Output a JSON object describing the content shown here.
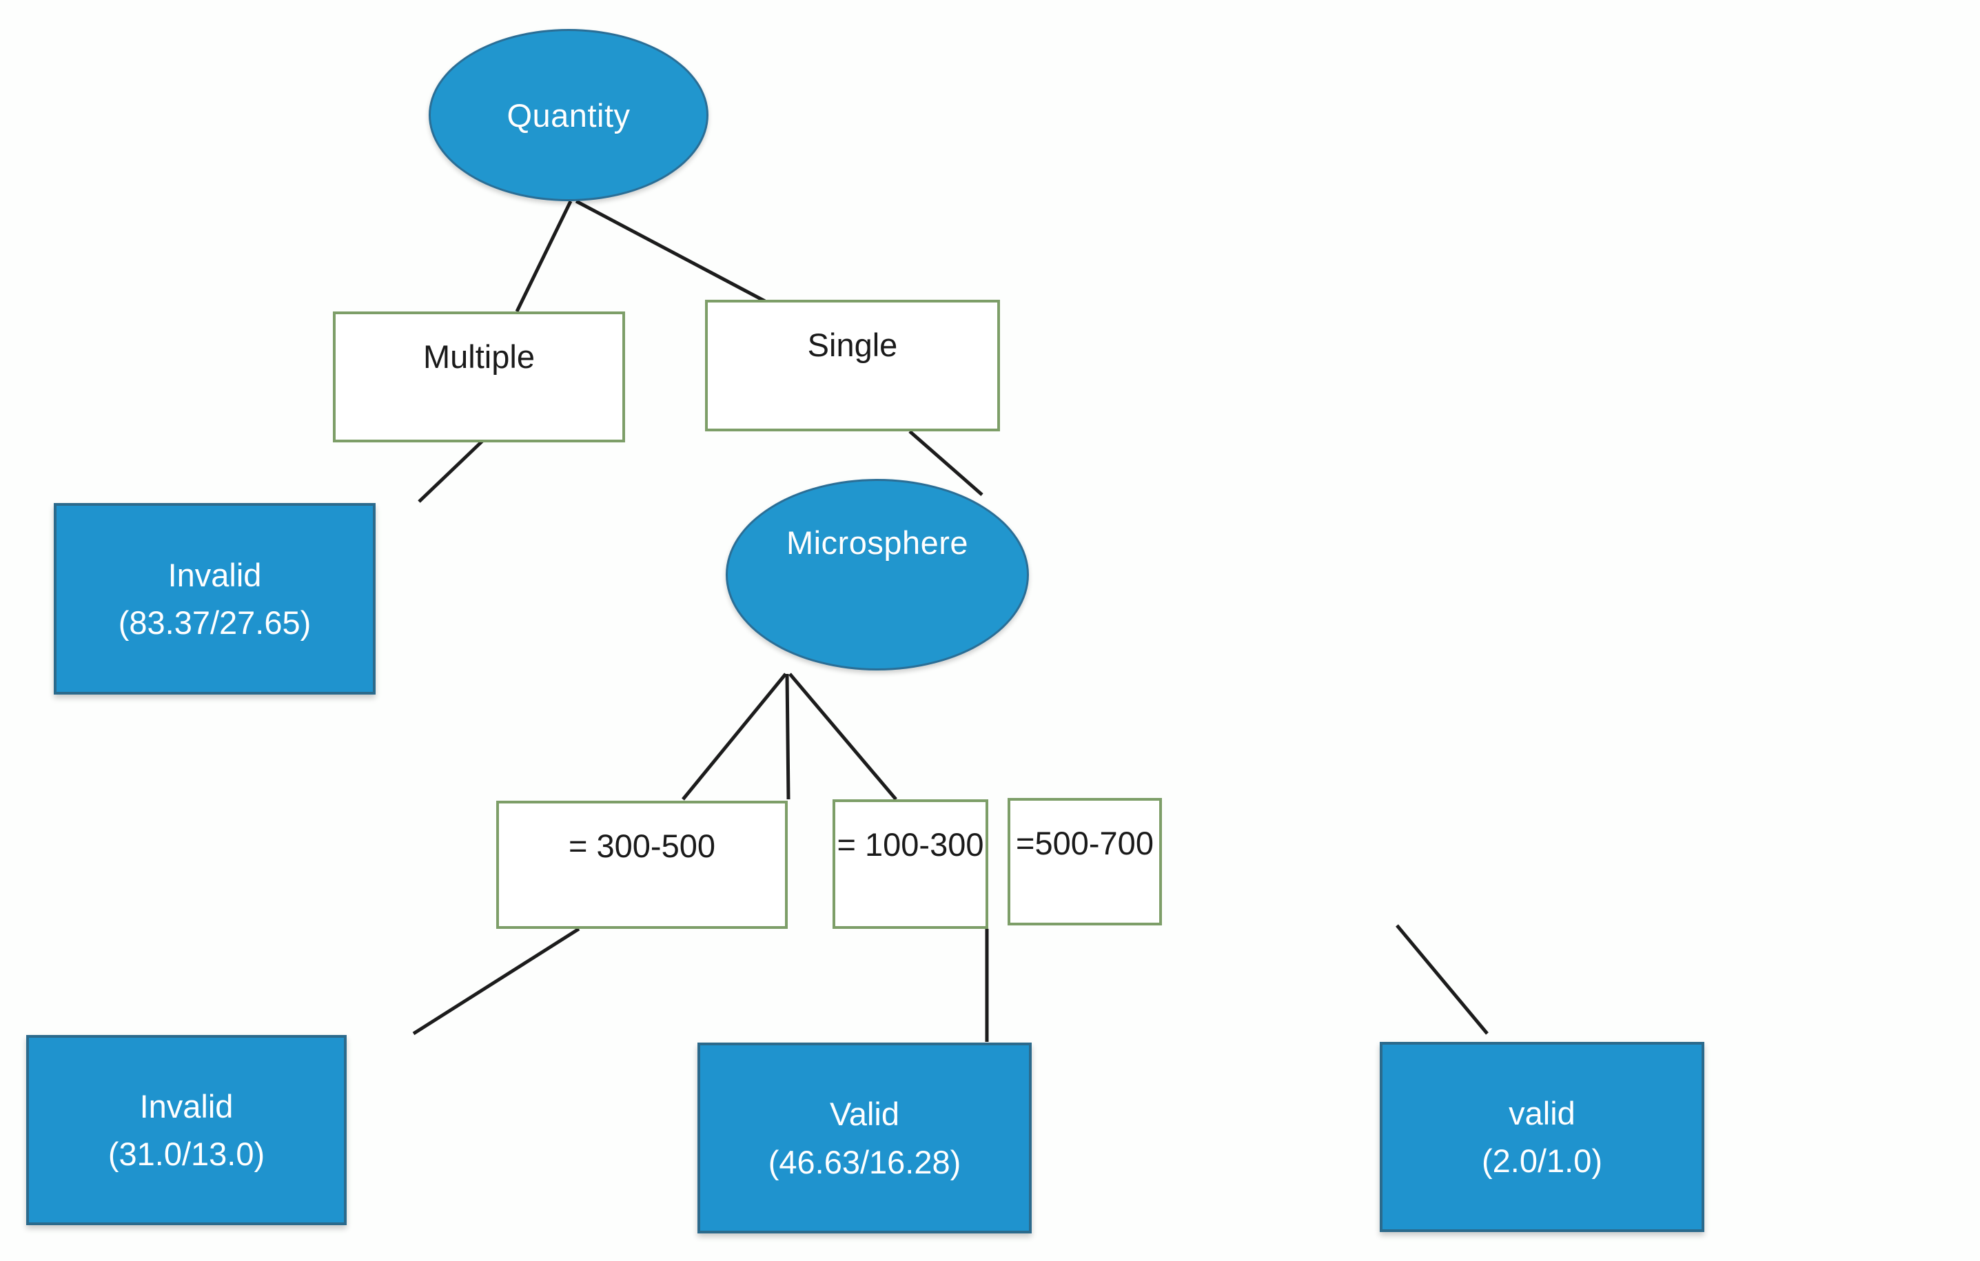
{
  "diagram": {
    "type": "decision-tree",
    "title": "Quantity decision tree",
    "colors": {
      "node_fill": "#1f93ce",
      "node_border": "#2b6a8c",
      "edge_label_border": "#7d9e68",
      "edge_label_fill": "#ffffff",
      "edge_line": "#1c1c1c",
      "node_text": "#ffffff",
      "label_text": "#1a1a1a",
      "background": "#ffffff"
    },
    "root": {
      "id": "quantity",
      "label": "Quantity",
      "shape": "ellipse"
    },
    "internal_nodes": [
      {
        "id": "microsphere",
        "label": "Microsphere",
        "shape": "ellipse"
      }
    ],
    "edge_labels": [
      {
        "id": "multiple",
        "text": "Multiple"
      },
      {
        "id": "single",
        "text": "Single"
      },
      {
        "id": "r300_500",
        "text": "= 300-500"
      },
      {
        "id": "r100_300",
        "text": "= 100-300"
      },
      {
        "id": "r500_700",
        "text": "=500-700"
      }
    ],
    "leaves": [
      {
        "id": "leaf-invalid-1",
        "title": "Invalid",
        "stats": "(83.37/27.65)",
        "shape": "rect"
      },
      {
        "id": "leaf-invalid-2",
        "title": "Invalid",
        "stats": "(31.0/13.0)",
        "shape": "rect"
      },
      {
        "id": "leaf-valid-1",
        "title": "Valid",
        "stats": "(46.63/16.28)",
        "shape": "rect"
      },
      {
        "id": "leaf-valid-2",
        "title": "valid",
        "stats": "(2.0/1.0)",
        "shape": "rect"
      }
    ],
    "edges": [
      {
        "from": "quantity",
        "label": "Multiple",
        "to": "leaf-invalid-1"
      },
      {
        "from": "quantity",
        "label": "Single",
        "to": "microsphere"
      },
      {
        "from": "microsphere",
        "label": "= 300-500",
        "to": "leaf-invalid-2"
      },
      {
        "from": "microsphere",
        "label": "= 100-300",
        "to": "leaf-valid-1"
      },
      {
        "from": "microsphere",
        "label": "=500-700",
        "to": "leaf-valid-2"
      }
    ]
  }
}
